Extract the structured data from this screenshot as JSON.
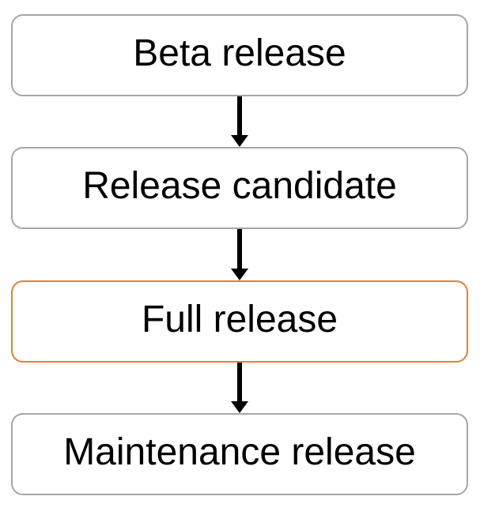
{
  "diagram": {
    "type": "flowchart",
    "direction": "top-down",
    "nodes": [
      {
        "id": "beta-release",
        "label": "Beta release",
        "highlighted": false
      },
      {
        "id": "release-candidate",
        "label": "Release candidate",
        "highlighted": false
      },
      {
        "id": "full-release",
        "label": "Full release",
        "highlighted": true
      },
      {
        "id": "maintenance-release",
        "label": "Maintenance release",
        "highlighted": false
      }
    ],
    "edges": [
      {
        "from": "beta-release",
        "to": "release-candidate",
        "style": "solid-arrow"
      },
      {
        "from": "release-candidate",
        "to": "full-release",
        "style": "solid-arrow"
      },
      {
        "from": "full-release",
        "to": "maintenance-release",
        "style": "solid-arrow"
      }
    ],
    "colors": {
      "background": "#FFFFFF",
      "node_fill": "#FFFFFF",
      "node_border_default": "#A6A6A6",
      "node_border_highlight": "#ED7D31",
      "text": "#000000",
      "arrow": "#000000"
    }
  }
}
